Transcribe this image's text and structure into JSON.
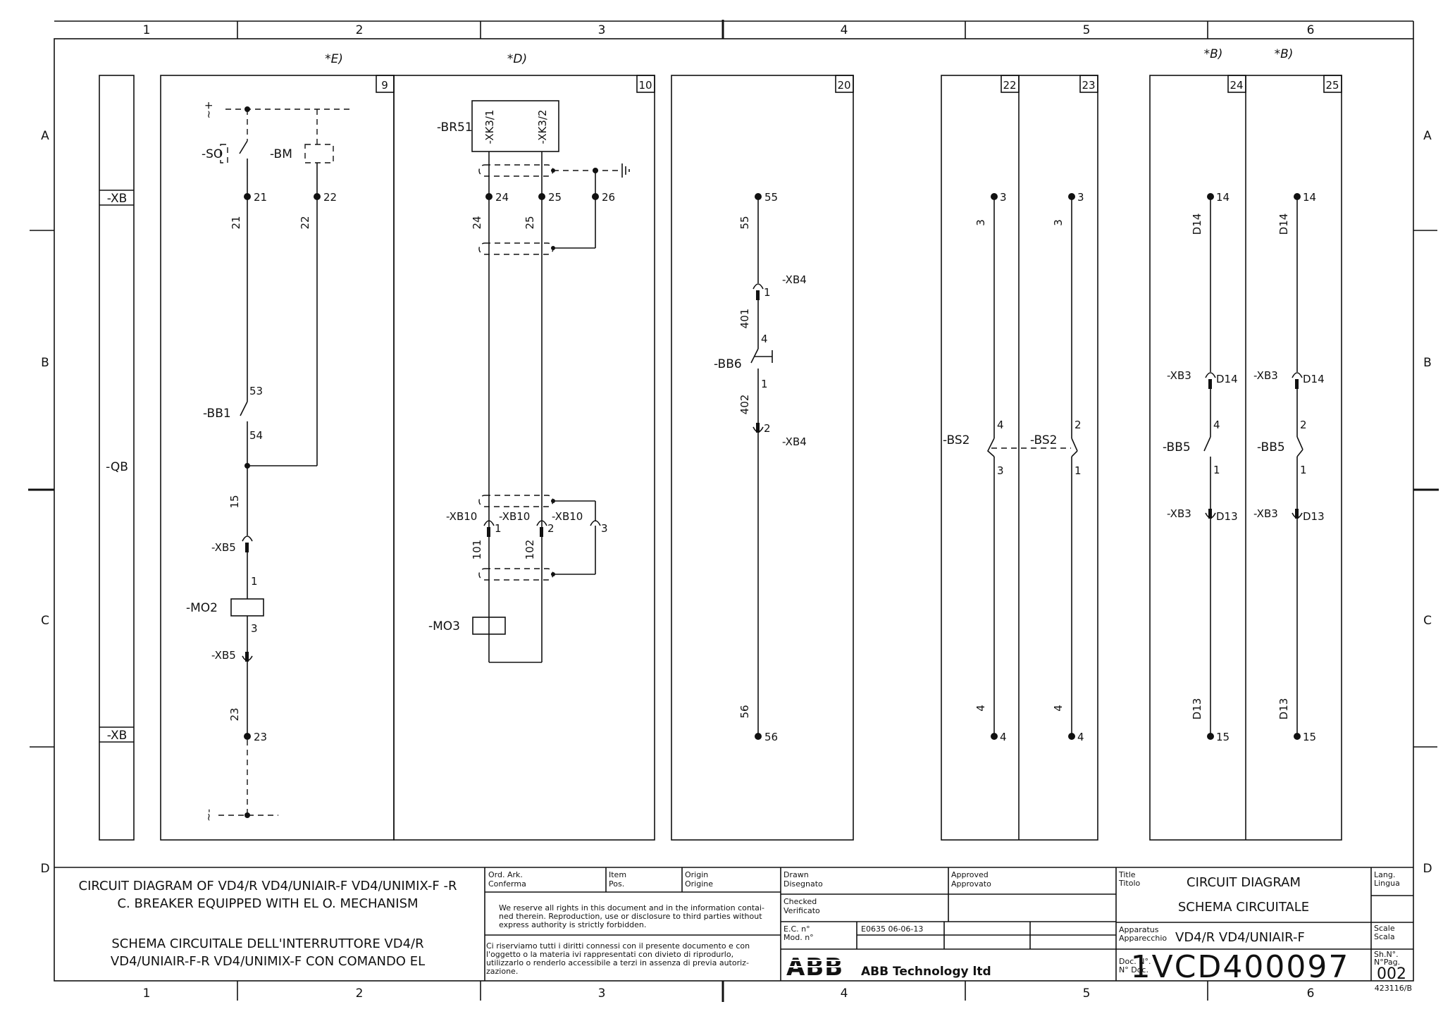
{
  "grid": {
    "columns": [
      "1",
      "2",
      "3",
      "4",
      "5",
      "6"
    ],
    "rows": [
      "A",
      "B",
      "C",
      "D"
    ]
  },
  "notes": {
    "e": "*E)",
    "d": "*D)",
    "b1": "*B)",
    "b2": "*B)"
  },
  "panels": {
    "p9": "9",
    "p10": "10",
    "p20": "20",
    "p22": "22",
    "p23": "23",
    "p24": "24",
    "p25": "25"
  },
  "left_strip": {
    "xb_top": "-XB",
    "qb": "-QB",
    "xb_bottom": "-XB"
  },
  "panel9": {
    "supply_top": "~+",
    "supply_bottom": "~-",
    "so": "-SO",
    "bm": "-BM",
    "t21": "21",
    "t22": "22",
    "w21": "21",
    "w22": "22",
    "bb1": "-BB1",
    "c53": "53",
    "c54": "54",
    "w15": "15",
    "xb5a": "-XB5",
    "n1": "1",
    "mo2": "-MO2",
    "n3": "3",
    "xb5b": "-XB5",
    "w23": "23",
    "t23": "23"
  },
  "panel10": {
    "br51": "-BR51",
    "xk31": "-XK3/1",
    "xk32": "-XK3/2",
    "t24": "24",
    "t25": "25",
    "t26": "26",
    "w24": "24",
    "w25": "25",
    "xb10a": "-XB10",
    "xb10b": "-XB10",
    "xb10c": "-XB10",
    "n1": "1",
    "n2": "2",
    "n3": "3",
    "w101": "101",
    "w102": "102",
    "mo3": "-MO3"
  },
  "panel20": {
    "t55": "55",
    "w55": "55",
    "xb4a": "-XB4",
    "n1a": "1",
    "w401": "401",
    "n4": "4",
    "bb6": "-BB6",
    "n1b": "1",
    "w402": "402",
    "n2": "2",
    "xb4b": "-XB4",
    "w56": "56",
    "t56": "56"
  },
  "panel22": {
    "t3": "3",
    "w3": "3",
    "n4": "4",
    "bs2": "-BS2",
    "n3": "3",
    "w4": "4",
    "t4": "4"
  },
  "panel23": {
    "t3": "3",
    "w3": "3",
    "n2": "2",
    "bs2": "-BS2",
    "n1": "1",
    "w4": "4",
    "t4": "4"
  },
  "panel24": {
    "t14": "14",
    "wd14": "D14",
    "xb3a": "-XB3",
    "d14": "D14",
    "n4": "4",
    "bb5": "-BB5",
    "n1": "1",
    "xb3b": "-XB3",
    "d13": "D13",
    "wd13": "D13",
    "t15": "15"
  },
  "panel25": {
    "t14": "14",
    "wd14": "D14",
    "xb3a": "-XB3",
    "d14": "D14",
    "n2": "2",
    "bb5": "-BB5",
    "n1": "1",
    "xb3b": "-XB3",
    "d13": "D13",
    "wd13": "D13",
    "t15": "15"
  },
  "title_block": {
    "desc_en_1": "CIRCUIT DIAGRAM OF VD4/R VD4/UNIAIR-F VD4/UNIMIX-F -R",
    "desc_en_2": "C. BREAKER EQUIPPED WITH EL O. MECHANISM",
    "desc_it_1": "SCHEMA CIRCUITALE DELL'INTERRUTTORE VD4/R",
    "desc_it_2": "VD4/UNIAIR-F-R   VD4/UNIMIX-F CON COMANDO EL",
    "ord_ark": "Ord. Ark.",
    "conferma": "Conferma",
    "item": "Item",
    "pos": "Pos.",
    "origin": "Origin",
    "origine": "Origine",
    "rights_en_1": "We reserve all rights in this document and in the information contai-",
    "rights_en_2": "ned therein. Reproduction, use or disclosure to third parties without",
    "rights_en_3": "express authority is strictly forbidden.",
    "rights_it_1": "Ci riserviamo tutti i diritti connessi con il presente documento e con",
    "rights_it_2": "l'oggetto o la materia ivi rappresentati con divieto di riprodurlo,",
    "rights_it_3": "utilizzarlo o renderlo accessibile a terzi in assenza di previa autoriz-",
    "rights_it_4": "zazione.",
    "drawn": "Drawn",
    "disegnato": "Disegnato",
    "checked": "Checked",
    "verificato": "Verificato",
    "ec": "E.C. n°",
    "mod": "Mod. n°",
    "ec_value": "E0635  06-06-13",
    "approved": "Approved",
    "approvato": "Approvato",
    "company_logo": "ABB",
    "company": "ABB Technology ltd",
    "title_en_label": "Title",
    "title_it_label": "Titolo",
    "title_1": "CIRCUIT  DIAGRAM",
    "title_2": "SCHEMA  CIRCUITALE",
    "apparatus_label": "Apparatus",
    "apparecchio_label": "Apparecchio",
    "apparatus": "VD4/R   VD4/UNIAIR-F",
    "doc_label": "Doc. N°.",
    "doc_label_it": "N° Doc.",
    "doc_no": "1VCD400097",
    "lang_label": "Lang.",
    "lingua_label": "Lingua",
    "scale_label": "Scale",
    "scala_label": "Scala",
    "sheet_label": "Sh.N°.",
    "pag_label": "N°Pag.",
    "sheet_no": "002",
    "form_no": "423116/B"
  }
}
